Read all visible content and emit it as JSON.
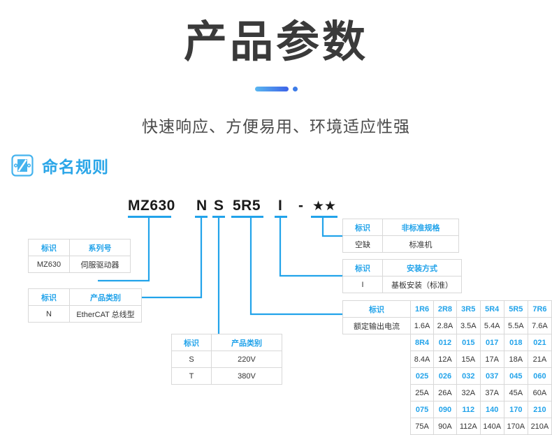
{
  "header": {
    "title": "产品参数",
    "subtitle": "快速响应、方便易用、环境适应性强"
  },
  "section": {
    "icon": "servo-drive-icon",
    "label": "命名规则"
  },
  "model_code": {
    "segments": [
      {
        "text": "MZ630",
        "name": "model-segment-series"
      },
      {
        "text": "N",
        "name": "model-segment-type"
      },
      {
        "text": "S",
        "name": "model-segment-voltage"
      },
      {
        "text": "5R5",
        "name": "model-segment-current"
      },
      {
        "text": "I",
        "name": "model-segment-mount"
      },
      {
        "text": "-",
        "name": "model-segment-dash"
      },
      {
        "text": "★★",
        "name": "model-segment-nonstandard"
      }
    ]
  },
  "tables": {
    "series": {
      "name": "series-table",
      "header": [
        "标识",
        "系列号"
      ],
      "rows": [
        [
          "MZ630",
          "伺服驱动器"
        ]
      ]
    },
    "product_type": {
      "name": "product-type-table",
      "header": [
        "标识",
        "产品类别"
      ],
      "rows": [
        [
          "N",
          "EtherCAT 总线型"
        ]
      ]
    },
    "voltage": {
      "name": "voltage-table",
      "header": [
        "标识",
        "产品类别"
      ],
      "rows": [
        [
          "S",
          "220V"
        ],
        [
          "T",
          "380V"
        ]
      ]
    },
    "nonstandard": {
      "name": "nonstandard-table",
      "header": [
        "标识",
        "非标准规格"
      ],
      "rows": [
        [
          "空缺",
          "标准机"
        ]
      ]
    },
    "mounting": {
      "name": "mounting-table",
      "header": [
        "标识",
        "安装方式"
      ],
      "rows": [
        [
          "I",
          "基板安装（标准）"
        ]
      ]
    },
    "current": {
      "name": "rated-current-table",
      "label_code": "标识",
      "label_value": "额定输出电流",
      "groups": [
        {
          "codes": [
            "1R6",
            "2R8",
            "3R5",
            "5R4",
            "5R5",
            "7R6"
          ],
          "values": [
            "1.6A",
            "2.8A",
            "3.5A",
            "5.4A",
            "5.5A",
            "7.6A"
          ]
        },
        {
          "codes": [
            "8R4",
            "012",
            "015",
            "017",
            "018",
            "021"
          ],
          "values": [
            "8.4A",
            "12A",
            "15A",
            "17A",
            "18A",
            "21A"
          ]
        },
        {
          "codes": [
            "025",
            "026",
            "032",
            "037",
            "045",
            "060"
          ],
          "values": [
            "25A",
            "26A",
            "32A",
            "37A",
            "45A",
            "60A"
          ]
        },
        {
          "codes": [
            "075",
            "090",
            "112",
            "140",
            "170",
            "210"
          ],
          "values": [
            "75A",
            "90A",
            "112A",
            "140A",
            "170A",
            "210A"
          ]
        }
      ]
    }
  },
  "colors": {
    "accent": "#22A3EA",
    "title": "#3a3a3a",
    "border": "#d8d8d8"
  }
}
